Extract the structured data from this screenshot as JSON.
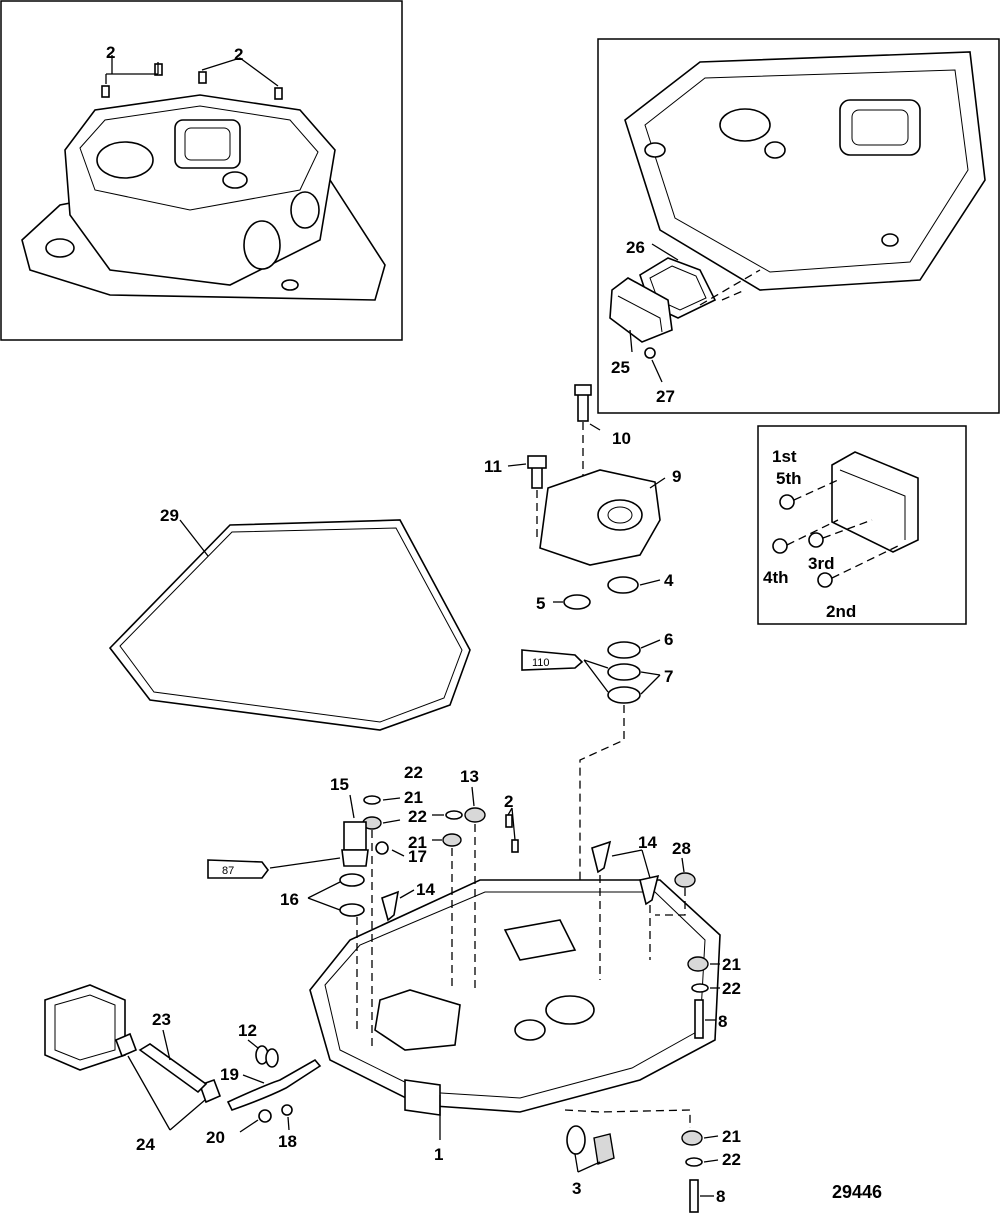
{
  "figure_number": "29446",
  "callouts": {
    "c1": "1",
    "c2a": "2",
    "c2b": "2",
    "c2c": "2",
    "c3": "3",
    "c4": "4",
    "c5": "5",
    "c6": "6",
    "c7": "7",
    "c8a": "8",
    "c8b": "8",
    "c9": "9",
    "c10": "10",
    "c11": "11",
    "c12": "12",
    "c13": "13",
    "c14a": "14",
    "c14b": "14",
    "c15": "15",
    "c16": "16",
    "c17": "17",
    "c18": "18",
    "c19": "19",
    "c20": "20",
    "c21a": "21",
    "c21b": "21",
    "c21c": "21",
    "c21d": "21",
    "c22a": "22",
    "c22b": "22",
    "c22c": "22",
    "c22d": "22",
    "c23": "23",
    "c24": "24",
    "c25": "25",
    "c26": "26",
    "c27": "27",
    "c28": "28",
    "c29": "29"
  },
  "sealant_tubes": {
    "tube_a": "110",
    "tube_b": "87"
  },
  "torque_sequence": {
    "first_fifth": "1st\n5th",
    "first": "1st",
    "fifth": "5th",
    "second": "2nd",
    "third": "3rd",
    "fourth": "4th"
  }
}
